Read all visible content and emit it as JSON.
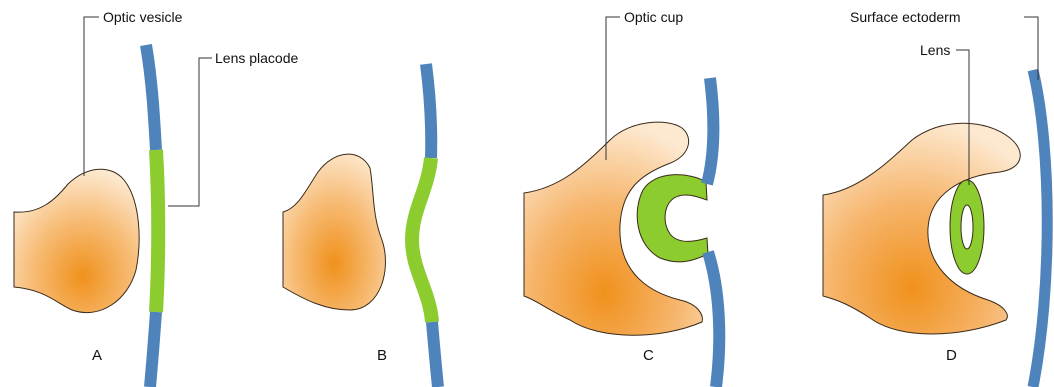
{
  "labels": {
    "optic_vesicle": "Optic vesicle",
    "lens_placode": "Lens placode",
    "optic_cup": "Optic cup",
    "surface_ectoderm": "Surface ectoderm",
    "lens": "Lens"
  },
  "panels": [
    "A",
    "B",
    "C",
    "D"
  ],
  "colors": {
    "neural_tissue_light": "#fde9d0",
    "neural_tissue_dark": "#f0911c",
    "ectoderm": "#4f83bc",
    "lens": "#8ccc2e"
  }
}
